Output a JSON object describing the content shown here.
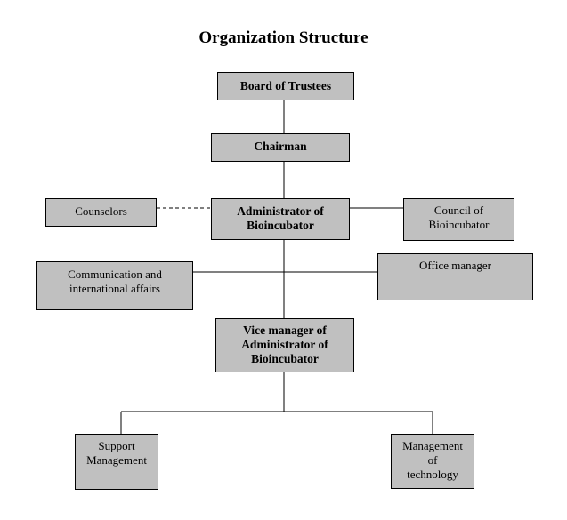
{
  "title": "Organization Structure",
  "nodes": {
    "board": "Board of Trustees",
    "chairman": "Chairman",
    "administrator": "Administrator of\nBioincubator",
    "counselors": "Counselors",
    "council": "Council of\nBioincubator",
    "communication": "Communication and\ninternational affairs",
    "office_manager": "Office manager",
    "vice_manager": "Vice manager of\nAdministrator of\nBioincubator",
    "support": "Support\nManagement",
    "technology": "Management\nof\ntechnology"
  },
  "connections": [
    {
      "from": "board",
      "to": "chairman",
      "style": "solid"
    },
    {
      "from": "chairman",
      "to": "administrator",
      "style": "solid"
    },
    {
      "from": "administrator",
      "to": "counselors",
      "style": "dashed"
    },
    {
      "from": "administrator",
      "to": "council",
      "style": "solid"
    },
    {
      "from": "administrator",
      "to": "communication",
      "style": "solid"
    },
    {
      "from": "administrator",
      "to": "office_manager",
      "style": "solid"
    },
    {
      "from": "administrator",
      "to": "vice_manager",
      "style": "solid"
    },
    {
      "from": "vice_manager",
      "to": "support",
      "style": "solid"
    },
    {
      "from": "vice_manager",
      "to": "technology",
      "style": "solid"
    }
  ]
}
